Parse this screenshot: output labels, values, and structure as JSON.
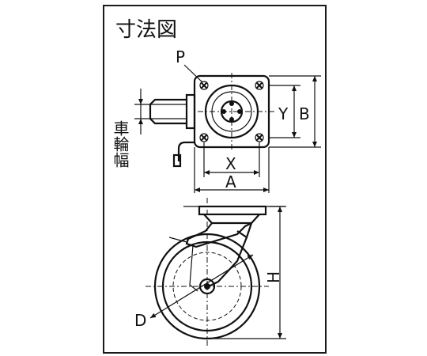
{
  "title": "寸法図",
  "labels": {
    "p": "P",
    "y": "Y",
    "b": "B",
    "x": "X",
    "a": "A",
    "h": "H",
    "d": "D",
    "wheel_width": "車輪幅"
  }
}
